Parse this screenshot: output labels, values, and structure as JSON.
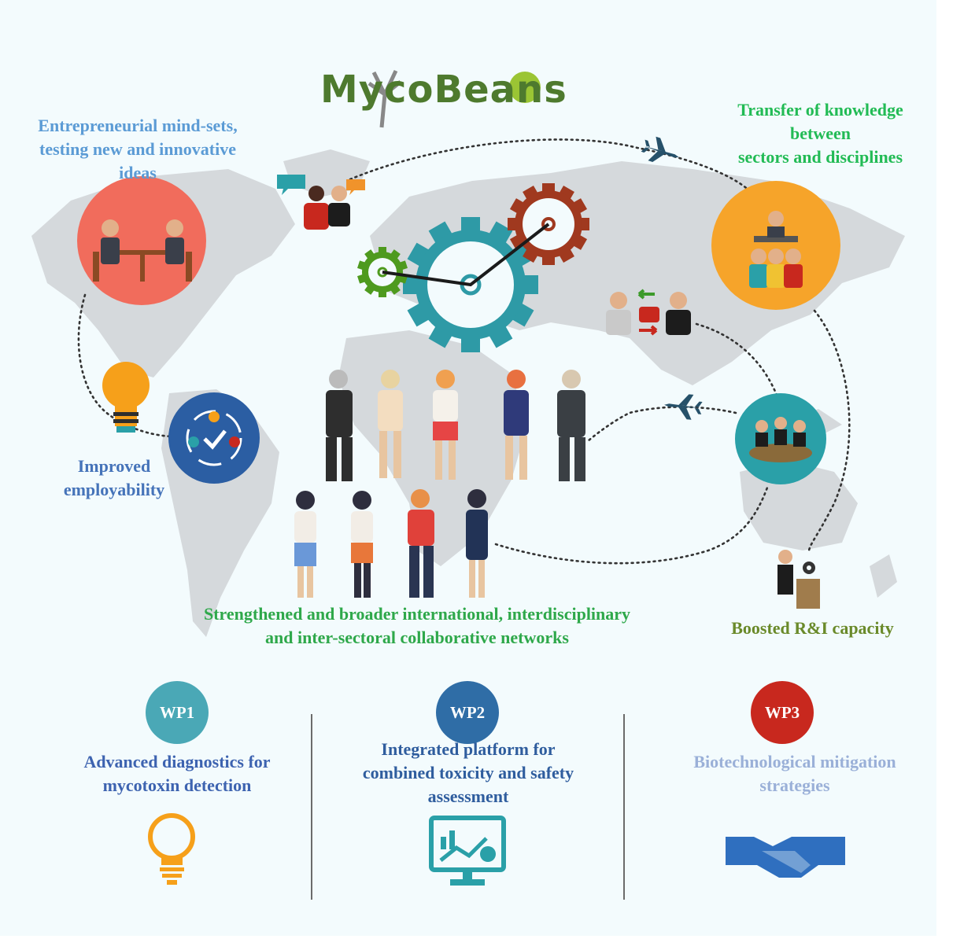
{
  "logo": {
    "text": "MycoBeans"
  },
  "labels": {
    "entrepreneurial": [
      "Entrepreneurial mind-sets,",
      "testing new and innovative",
      "ideas"
    ],
    "transfer": [
      "Transfer of knowledge",
      "between",
      "sectors and disciplines"
    ],
    "employability": [
      "Improved",
      "employability"
    ],
    "networks": [
      "Strengthened and broader international, interdisciplinary",
      "and inter-sectoral collaborative networks"
    ],
    "boosted": "Boosted R&I capacity"
  },
  "work_packages": [
    {
      "badge": "WP1",
      "color": "#4aa8b6",
      "text_color": "#3d63b0",
      "lines": [
        "Advanced diagnostics for",
        "mycotoxin detection"
      ],
      "icon": "lightbulb-icon"
    },
    {
      "badge": "WP2",
      "color": "#2f6da6",
      "text_color": "#2f5d9e",
      "lines": [
        "Integrated platform for",
        "combined toxicity and safety",
        "assessment"
      ],
      "icon": "monitor-chart-icon"
    },
    {
      "badge": "WP3",
      "color": "#c8281e",
      "text_color": "#9ab0d8",
      "lines": [
        "Biotechnological mitigation",
        "strategies"
      ],
      "icon": "handshake-icon"
    }
  ],
  "colors": {
    "entrepreneurial": "#5b9bd5",
    "transfer": "#22bb55",
    "employability": "#4573b9",
    "networks": "#2ea84a",
    "boosted": "#6a8a2a",
    "gear_teal": "#2e9aa6",
    "gear_rust": "#a0391f",
    "gear_green": "#4e9a1e"
  }
}
